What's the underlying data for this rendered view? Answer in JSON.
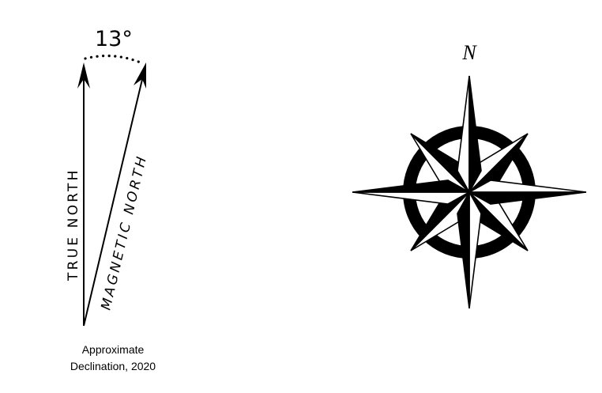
{
  "declination": {
    "angle_label": "13°",
    "true_north_label": "TRUE NORTH",
    "magnetic_north_label": "MAGNETIC NORTH",
    "caption_line1": "Approximate",
    "caption_line2": "Declination, 2020"
  },
  "compass_rose": {
    "north_label": "N"
  },
  "colors": {
    "ink": "#000000",
    "background": "#ffffff"
  }
}
